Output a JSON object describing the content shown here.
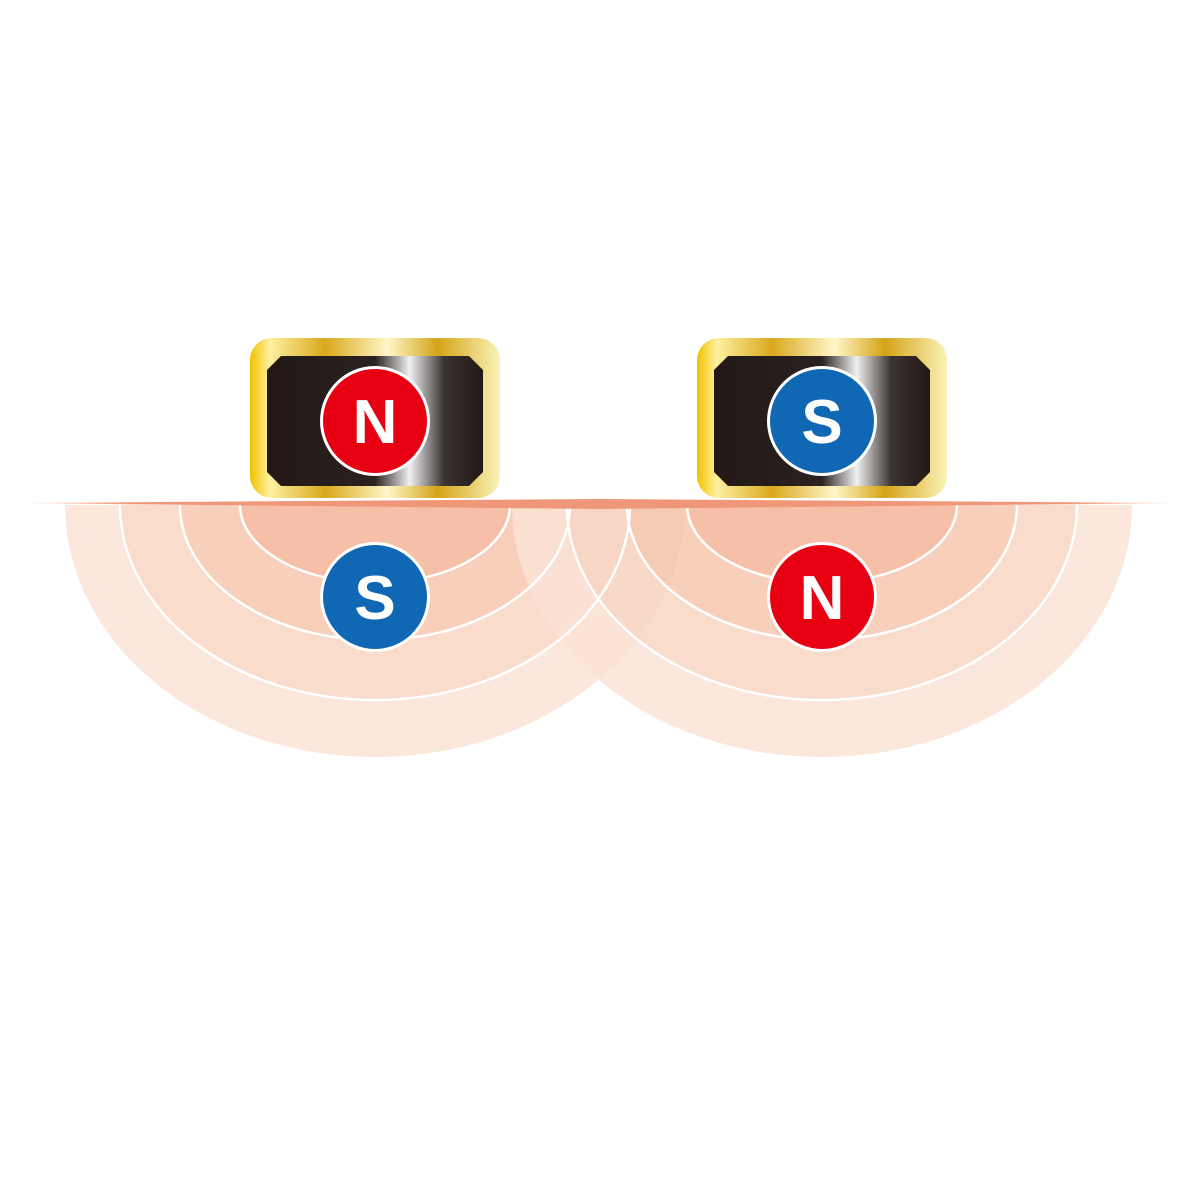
{
  "colors": {
    "north": "#e60012",
    "south": "#1068b5",
    "field_light": "#fbe8dd",
    "field_mid": "#f8d4c1",
    "field_dark": "#f5bb9d",
    "plate": "#f0977a",
    "gold": "#e8c020",
    "magnet_body": "#231815"
  },
  "magnets": [
    {
      "top_pole": "N",
      "bottom_pole": "S"
    },
    {
      "top_pole": "S",
      "bottom_pole": "N"
    }
  ]
}
